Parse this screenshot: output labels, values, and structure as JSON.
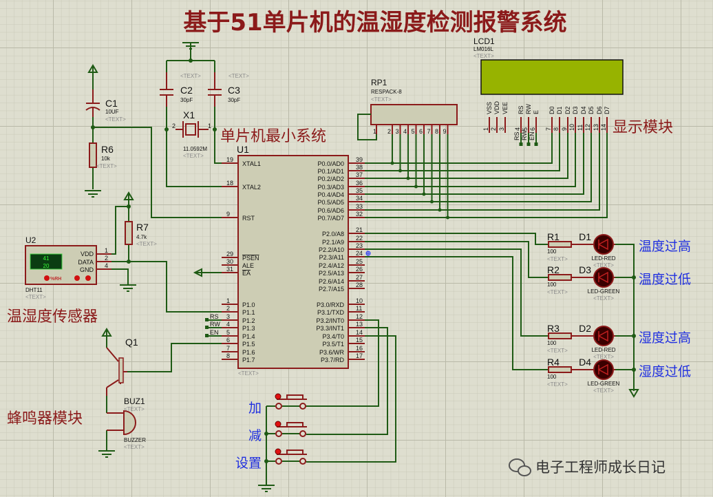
{
  "title": "基于51单片机的温湿度检测报警系统",
  "colors": {
    "wire": "#1e5a14",
    "component": "#8b1a1a",
    "lcd": "#97b300",
    "label_blue": "#1f2fe0",
    "background": "#dedecf"
  },
  "modules": {
    "mcu_min": "单片机最小系统",
    "display": "显示模块",
    "sensor": "温湿度传感器",
    "buzzer": "蜂鸣器模块"
  },
  "placeholder_text": "<TEXT>",
  "u1": {
    "ref": "U1",
    "left_pins": [
      {
        "num": "19",
        "name": "XTAL1"
      },
      {
        "num": "18",
        "name": "XTAL2"
      },
      {
        "num": "9",
        "name": "RST"
      },
      {
        "num": "29",
        "name": "PSEN"
      },
      {
        "num": "30",
        "name": "ALE"
      },
      {
        "num": "31",
        "name": "EA"
      },
      {
        "num": "1",
        "name": "P1.0"
      },
      {
        "num": "2",
        "name": "P1.1"
      },
      {
        "num": "3",
        "name": "P1.2"
      },
      {
        "num": "4",
        "name": "P1.3"
      },
      {
        "num": "5",
        "name": "P1.4"
      },
      {
        "num": "6",
        "name": "P1.5"
      },
      {
        "num": "7",
        "name": "P1.6"
      },
      {
        "num": "8",
        "name": "P1.7"
      }
    ],
    "right_pins": [
      {
        "num": "39",
        "name": "P0.0/AD0"
      },
      {
        "num": "38",
        "name": "P0.1/AD1"
      },
      {
        "num": "37",
        "name": "P0.2/AD2"
      },
      {
        "num": "36",
        "name": "P0.3/AD3"
      },
      {
        "num": "35",
        "name": "P0.4/AD4"
      },
      {
        "num": "34",
        "name": "P0.5/AD5"
      },
      {
        "num": "33",
        "name": "P0.6/AD6"
      },
      {
        "num": "32",
        "name": "P0.7/AD7"
      },
      {
        "num": "21",
        "name": "P2.0/A8"
      },
      {
        "num": "22",
        "name": "P2.1/A9"
      },
      {
        "num": "23",
        "name": "P2.2/A10"
      },
      {
        "num": "24",
        "name": "P2.3/A11"
      },
      {
        "num": "25",
        "name": "P2.4/A12"
      },
      {
        "num": "26",
        "name": "P2.5/A13"
      },
      {
        "num": "27",
        "name": "P2.6/A14"
      },
      {
        "num": "28",
        "name": "P2.7/A15"
      },
      {
        "num": "10",
        "name": "P3.0/RXD"
      },
      {
        "num": "11",
        "name": "P3.1/TXD"
      },
      {
        "num": "12",
        "name": "P3.2/INT0"
      },
      {
        "num": "13",
        "name": "P3.3/INT1"
      },
      {
        "num": "14",
        "name": "P3.4/T0"
      },
      {
        "num": "15",
        "name": "P3.5/T1"
      },
      {
        "num": "16",
        "name": "P3.6/WR"
      },
      {
        "num": "17",
        "name": "P3.7/RD"
      }
    ],
    "net_labels": [
      "RS",
      "RW",
      "EN"
    ]
  },
  "lcd": {
    "ref": "LCD1",
    "model": "LM016L",
    "pins": [
      {
        "num": "1",
        "name": "VSS"
      },
      {
        "num": "2",
        "name": "VDD"
      },
      {
        "num": "3",
        "name": "VEE"
      },
      {
        "num": "4",
        "name": "RS"
      },
      {
        "num": "5",
        "name": "RW"
      },
      {
        "num": "6",
        "name": "E"
      },
      {
        "num": "7",
        "name": "D0"
      },
      {
        "num": "8",
        "name": "D1"
      },
      {
        "num": "9",
        "name": "D2"
      },
      {
        "num": "10",
        "name": "D3"
      },
      {
        "num": "11",
        "name": "D4"
      },
      {
        "num": "12",
        "name": "D5"
      },
      {
        "num": "13",
        "name": "D6"
      },
      {
        "num": "14",
        "name": "D7"
      }
    ],
    "net_labels": [
      "RS",
      "RW",
      "EN"
    ]
  },
  "rp1": {
    "ref": "RP1",
    "model": "RESPACK-8",
    "pin1": "1",
    "pins": [
      "2",
      "3",
      "4",
      "5",
      "6",
      "7",
      "8",
      "9"
    ]
  },
  "c1": {
    "ref": "C1",
    "value": "10UF"
  },
  "c2": {
    "ref": "C2",
    "value": "30pF"
  },
  "c3": {
    "ref": "C3",
    "value": "30pF"
  },
  "x1": {
    "ref": "X1",
    "value": "11.0592M",
    "pin_a": "2",
    "pin_b": "1"
  },
  "r6": {
    "ref": "R6",
    "value": "10k"
  },
  "r7": {
    "ref": "R7",
    "value": "4.7k"
  },
  "u2": {
    "ref": "U2",
    "model": "DHT11",
    "humidity": "41",
    "temperature": "20",
    "unit": "%RH",
    "pins": [
      {
        "num": "1",
        "name": "VDD"
      },
      {
        "num": "2",
        "name": "DATA"
      },
      {
        "num": "4",
        "name": "GND"
      }
    ]
  },
  "q1": {
    "ref": "Q1"
  },
  "buzzer": {
    "ref": "BUZ1",
    "model": "BUZZER"
  },
  "leds": [
    {
      "r_ref": "R1",
      "r_value": "100",
      "d_ref": "D1",
      "d_model": "LED-RED",
      "label": "温度过高"
    },
    {
      "r_ref": "R2",
      "r_value": "100",
      "d_ref": "D3",
      "d_model": "LED-GREEN",
      "label": "温度过低"
    },
    {
      "r_ref": "R3",
      "r_value": "100",
      "d_ref": "D2",
      "d_model": "LED-RED",
      "label": "湿度过高"
    },
    {
      "r_ref": "R4",
      "r_value": "100",
      "d_ref": "D4",
      "d_model": "LED-GREEN",
      "label": "湿度过低"
    }
  ],
  "buttons": [
    {
      "label": "加"
    },
    {
      "label": "减"
    },
    {
      "label": "设置"
    }
  ],
  "watermark": "电子工程师成长日记"
}
